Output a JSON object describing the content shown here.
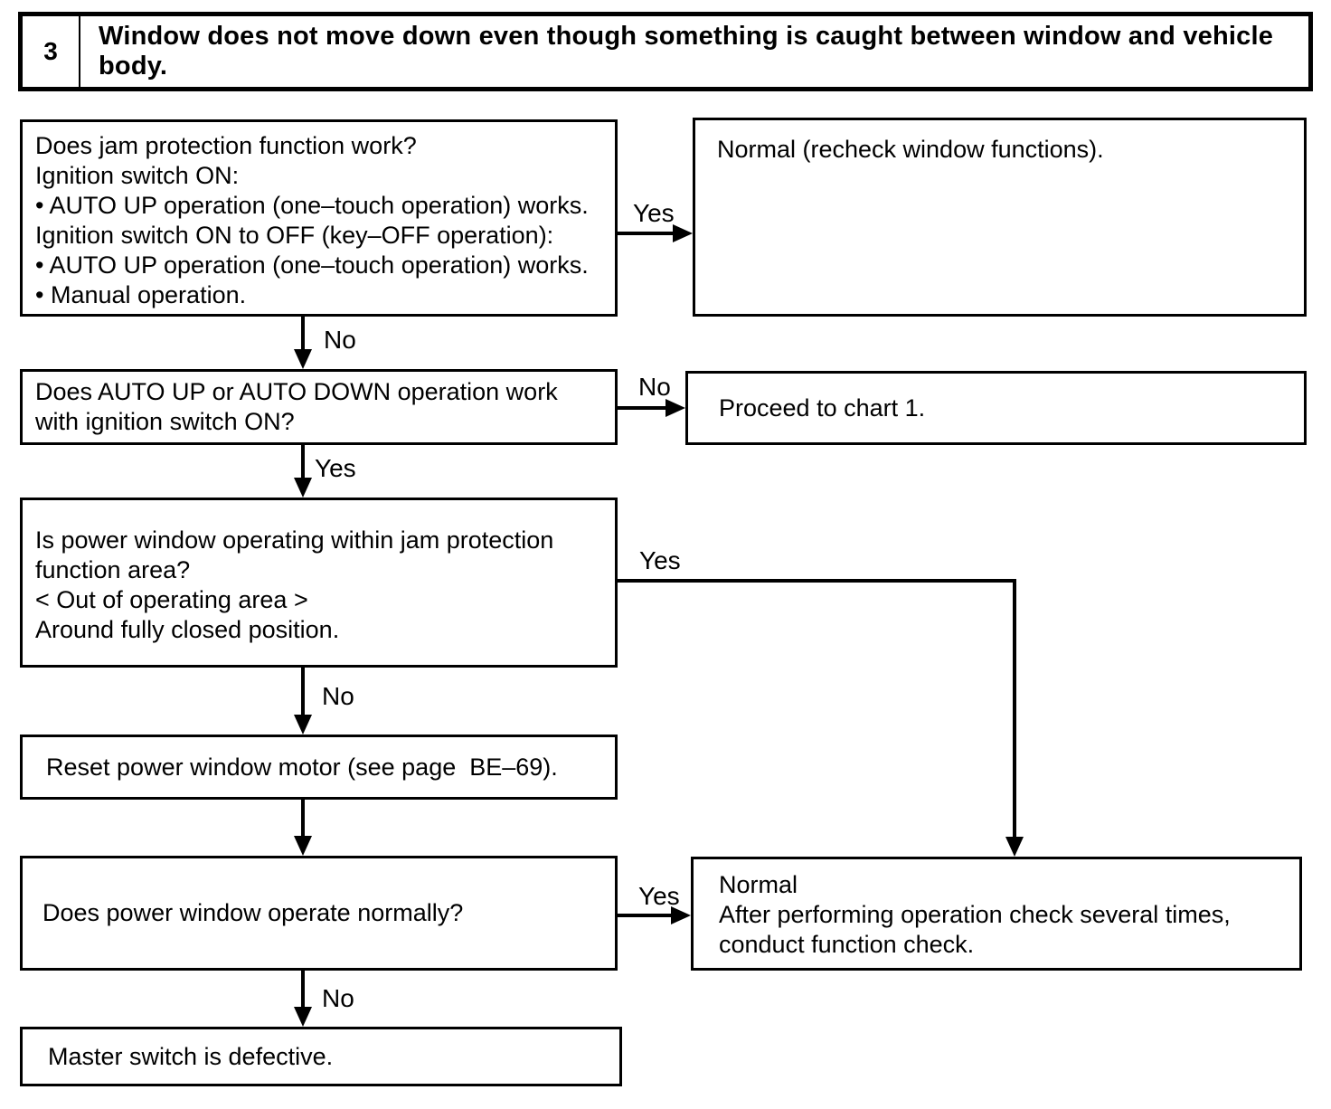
{
  "header": {
    "number": "3",
    "title": "Window does not move down even though something is caught between window and vehicle body."
  },
  "nodes": {
    "jam_check": {
      "lines": [
        "Does jam protection function work?",
        "Ignition switch ON:",
        "• AUTO UP operation (one–touch operation) works.",
        "Ignition switch ON to OFF (key–OFF operation):",
        "• AUTO UP operation (one–touch operation) works.",
        "• Manual operation."
      ]
    },
    "normal_recheck": {
      "text": "Normal (recheck window functions)."
    },
    "auto_updown": {
      "text": "Does AUTO UP or AUTO DOWN operation work with ignition switch ON?"
    },
    "proceed_chart1": {
      "text": "Proceed to chart 1."
    },
    "jam_area": {
      "lines": [
        "Is power window operating within jam protection",
        "function area?",
        "< Out of operating area >",
        "Around fully closed position."
      ]
    },
    "reset_motor": {
      "text": "Reset power window motor (see page  BE–69)."
    },
    "operate_normally": {
      "text": "Does power window operate normally?"
    },
    "normal_function_check": {
      "lines": [
        "Normal",
        "After performing operation check several times,",
        "conduct function check."
      ]
    },
    "master_switch": {
      "text": "Master switch is defective."
    }
  },
  "edges": {
    "jam_yes": "Yes",
    "jam_no": "No",
    "updown_no": "No",
    "updown_yes": "Yes",
    "area_yes": "Yes",
    "area_no": "No",
    "operate_yes": "Yes",
    "operate_no": "No"
  },
  "colors": {
    "ink": "#000000",
    "background": "#ffffff"
  }
}
